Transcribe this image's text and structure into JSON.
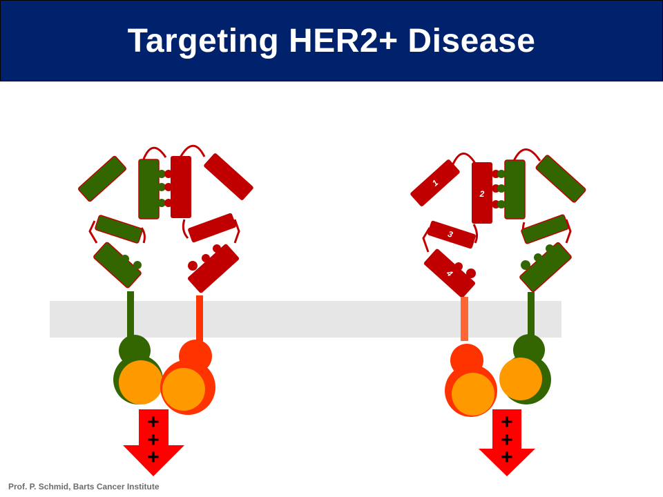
{
  "slide": {
    "title": "Targeting HER2+ Disease",
    "footer": "Prof. P. Schmid, Barts Cancer Institute"
  },
  "diagram": {
    "domain_labels": [
      "1",
      "2",
      "3",
      "4"
    ],
    "signal_symbols": [
      "+",
      "+",
      "+"
    ],
    "colors": {
      "title_background": "#00216b",
      "her2_receptor": "#c00000",
      "partner_receptor": "#336600",
      "kinase_orange": "#ff9900",
      "kinase_red_orange": "#ff3300",
      "signal_arrow": "#ff0000",
      "membrane": "#e6e6e6"
    }
  }
}
